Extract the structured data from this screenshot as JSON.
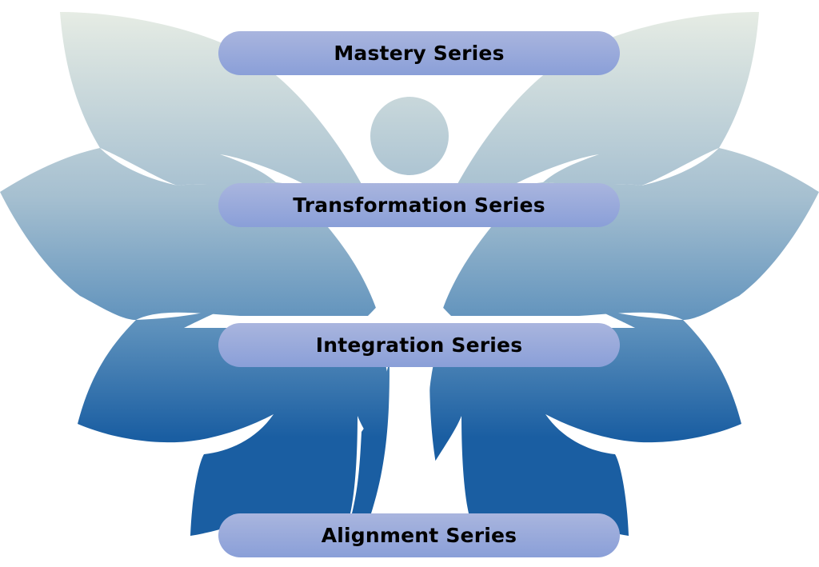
{
  "diagram": {
    "type": "butterfly-figure-levels",
    "gradient": {
      "top_color": "#e6ece4",
      "mid_color": "#7ea6c6",
      "bottom_color": "#1a5ea2"
    },
    "pill_color": "#9aaadb",
    "levels": [
      {
        "label": "Mastery Series"
      },
      {
        "label": "Transformation Series"
      },
      {
        "label": "Integration Series"
      },
      {
        "label": "Alignment Series"
      }
    ]
  }
}
